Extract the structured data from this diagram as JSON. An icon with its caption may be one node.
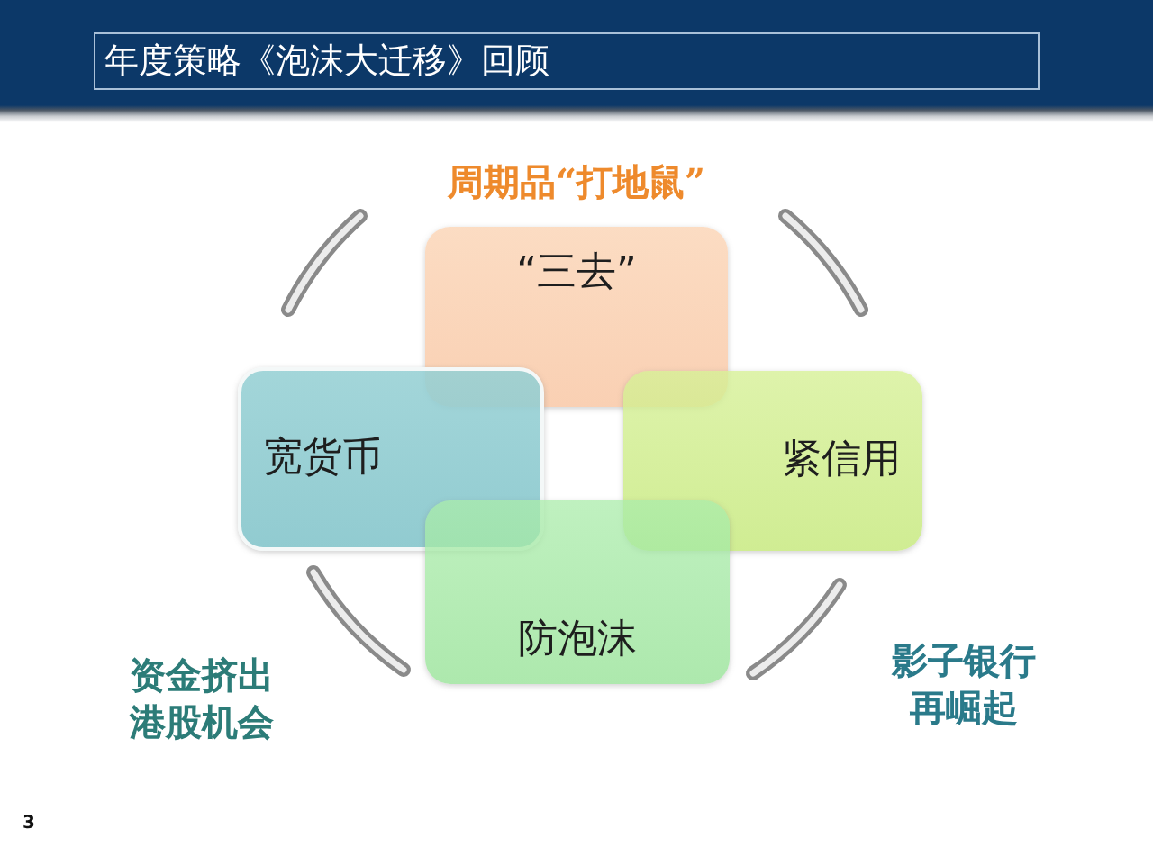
{
  "diagram": {
    "title": "年度策略《泡沫大迁移》回顾",
    "nodes": [
      {
        "text": [
          "“三去”"
        ]
      },
      {
        "text": [
          "宽货币"
        ]
      },
      {
        "text": [
          "紧信用"
        ]
      },
      {
        "text": [
          "防泡沫"
        ]
      }
    ],
    "labels": [
      "周期品“打地鼠”",
      "资金挤出港股机会",
      "影子银行再崛起",
      "3"
    ]
  }
}
